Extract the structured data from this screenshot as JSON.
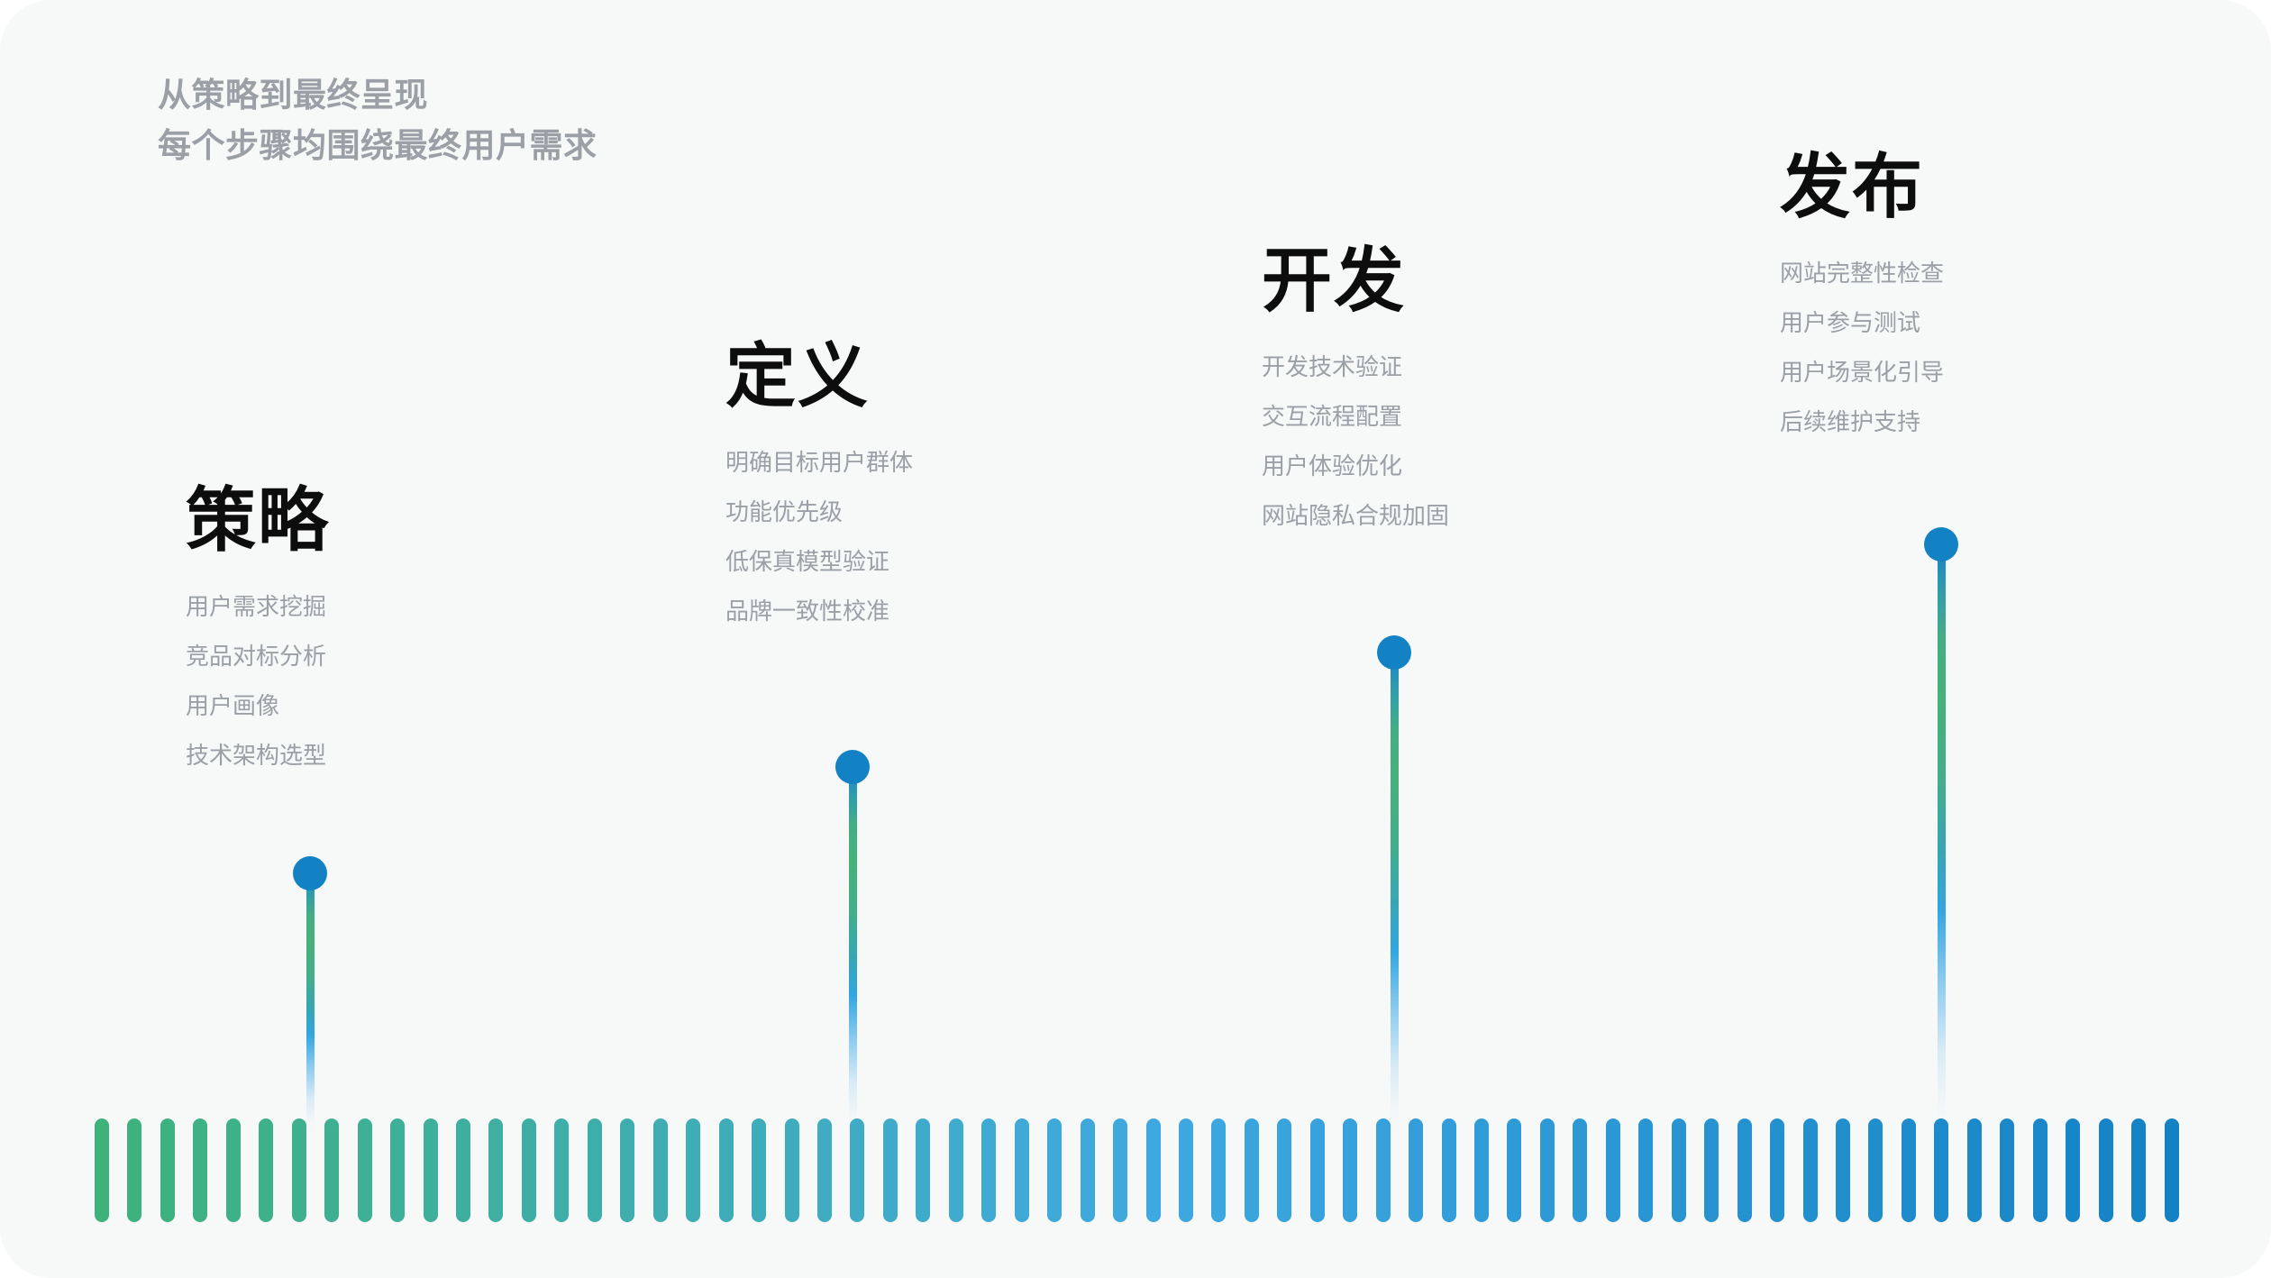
{
  "card": {
    "background": "#f7f8f8",
    "accent_blue": "#1382c5",
    "accent_green": "#3eb27b",
    "muted_text": "#9aa0a6",
    "title_text": "#0d0d0d"
  },
  "header": {
    "line1": "从策略到最终呈现",
    "line2": "每个步骤均围绕最终用户需求"
  },
  "stages": [
    {
      "id": "strategy",
      "title": "策略",
      "items": [
        "用户需求挖掘",
        "竞品对标分析",
        "用户画像",
        "技术架构选型"
      ]
    },
    {
      "id": "define",
      "title": "定义",
      "items": [
        "明确目标用户群体",
        "功能优先级",
        "低保真模型验证",
        "品牌一致性校准"
      ]
    },
    {
      "id": "develop",
      "title": "开发",
      "items": [
        "开发技术验证",
        "交互流程配置",
        "用户体验优化",
        "网站隐私合规加固"
      ]
    },
    {
      "id": "launch",
      "title": "发布",
      "items": [
        "网站完整性检查",
        "用户参与测试",
        "用户场景化引导",
        "后续维护支持"
      ]
    }
  ],
  "timeline": {
    "bar_count": 64,
    "gradient_start": "#3eb27b",
    "gradient_mid": "#3fa9e0",
    "gradient_end": "#1382c5"
  }
}
